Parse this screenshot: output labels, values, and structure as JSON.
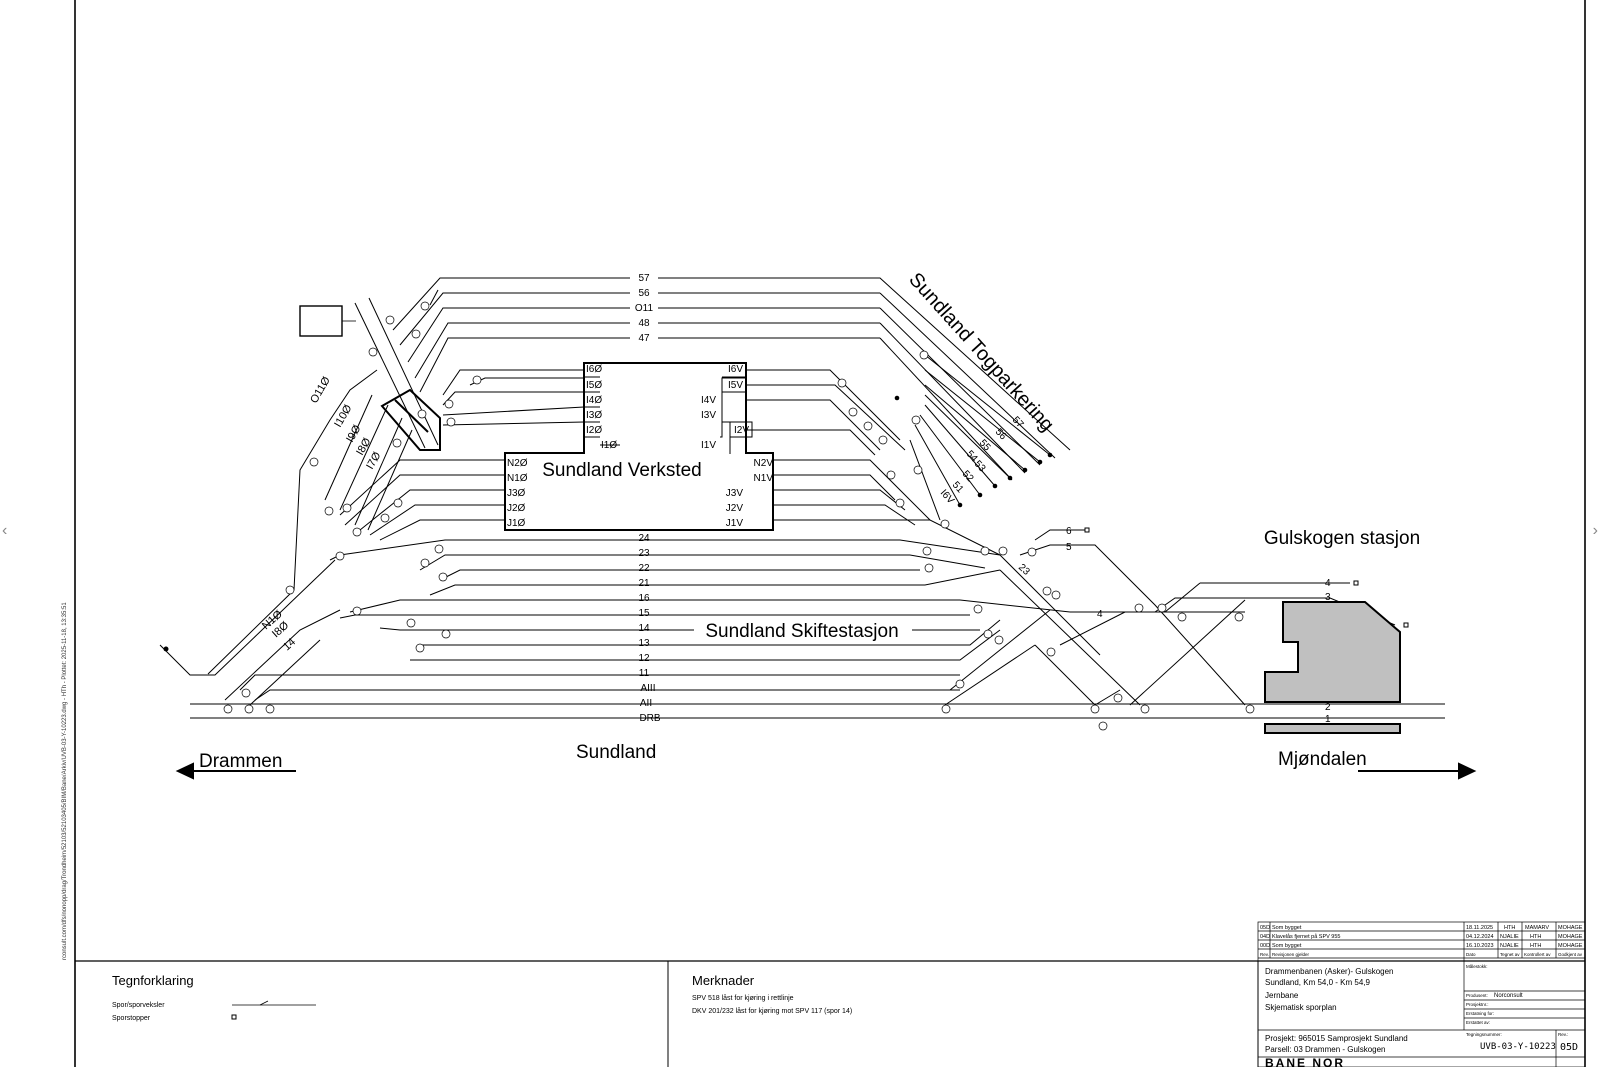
{
  "labels": {
    "verksted": "Sundland Verksted",
    "skiftestasjon": "Sundland Skiftestasjon",
    "togparkering": "Sundland Togparkering",
    "gulskogen": "Gulskogen stasjon",
    "sundland": "Sundland",
    "drammen": "Drammen",
    "mjondalen": "Mjøndalen"
  },
  "tracks": {
    "top": [
      {
        "id": "57",
        "label": "57"
      },
      {
        "id": "56",
        "label": "56"
      },
      {
        "id": "O11",
        "label": "O11"
      },
      {
        "id": "48",
        "label": "48"
      },
      {
        "id": "47",
        "label": "47"
      }
    ],
    "middle": [
      {
        "id": "24",
        "label": "24"
      },
      {
        "id": "23",
        "label": "23"
      },
      {
        "id": "22",
        "label": "22"
      },
      {
        "id": "21",
        "label": "21"
      },
      {
        "id": "16",
        "label": "16"
      },
      {
        "id": "15",
        "label": "15"
      },
      {
        "id": "14",
        "label": "14"
      },
      {
        "id": "13",
        "label": "13"
      },
      {
        "id": "12",
        "label": "12"
      },
      {
        "id": "11",
        "label": "11"
      },
      {
        "id": "AIII",
        "label": "AIII"
      },
      {
        "id": "AII",
        "label": "AII"
      },
      {
        "id": "DRB",
        "label": "DRB"
      }
    ],
    "gulskogen": [
      {
        "id": "6",
        "label": "6"
      },
      {
        "id": "5",
        "label": "5"
      },
      {
        "id": "4",
        "label": "4"
      },
      {
        "id": "4b",
        "label": "4"
      },
      {
        "id": "3",
        "label": "3"
      },
      {
        "id": "2",
        "label": "2"
      },
      {
        "id": "1",
        "label": "1"
      }
    ],
    "parkering": [
      "57",
      "56",
      "55",
      "54",
      "53",
      "52",
      "51",
      "I6V"
    ],
    "west_diagonal": [
      "O11Ø",
      "I10Ø",
      "I9Ø",
      "I8Ø",
      "I7Ø"
    ],
    "south_west": [
      "N1Ø",
      "I8Ø",
      "14"
    ],
    "track23_diag": "23"
  },
  "verksted_ports": {
    "west_upper": [
      "I6Ø",
      "I5Ø",
      "I4Ø",
      "I3Ø",
      "I2Ø"
    ],
    "west_i1": "I1Ø",
    "west_lower": [
      "N2Ø",
      "N1Ø",
      "J3Ø",
      "J2Ø",
      "J1Ø"
    ],
    "east_upper": [
      "I6V",
      "I5V",
      "I4V",
      "I3V",
      "I2V",
      "I1V"
    ],
    "east_lower": [
      "N2V",
      "N1V",
      "J3V",
      "J2V",
      "J1V"
    ]
  },
  "legend": {
    "title": "Tegnforklaring",
    "items": [
      {
        "label": "Spor/sporveksler",
        "icon": "switch-symbol-icon"
      },
      {
        "label": "Sporstopper",
        "icon": "buffer-stop-icon"
      }
    ]
  },
  "remarks": {
    "title": "Merknader",
    "lines": [
      "SPV 518 låst for kjøring i rettlinje",
      "DKV 201/232 låst for kjøring mot SPV 117 (spor 14)"
    ]
  },
  "title_block": {
    "revisions": [
      {
        "rev": "05D",
        "desc": "Som bygget",
        "date": "18.11.2025",
        "by": "HTH",
        "ctrl": "MAMARV",
        "appr": "MOHAGE"
      },
      {
        "rev": "04D",
        "desc": "Klavelås fjernet på SPV 955",
        "date": "04.12.2024",
        "by": "NJALIE",
        "ctrl": "HTH",
        "appr": "MOHAGE"
      },
      {
        "rev": "00D",
        "desc": "Som bygget",
        "date": "16.10.2023",
        "by": "NJALIE",
        "ctrl": "HTH",
        "appr": "MOHAGE"
      }
    ],
    "revision_header": [
      "Rev.",
      "Revisjonen gjelder",
      "Dato",
      "Tegnet av",
      "Kontrollert av",
      "Godkjent av"
    ],
    "description_lines": [
      "Drammenbanen (Asker)- Gulskogen",
      "Sundland, Km 54,0 - Km 54,9",
      "Jernbane",
      "Skjematisk sporplan"
    ],
    "field_labels": [
      "Målestokk:",
      "Produsent:",
      "Prosjektnr.:",
      "Erstatning for:",
      "Erstattet av:"
    ],
    "producer": "Norconsult",
    "project_line_1": "Prosjekt: 965015 Samprosjekt Sundland",
    "project_line_2": "Parsell: 03 Drammen - Gulskogen",
    "drawing_number_label": "Tegningsnummer:",
    "drawing_number": "UVB-03-Y-10223",
    "rev_label": "Rev.:",
    "rev_value": "05D",
    "owner": "BANE NOR"
  },
  "side_text": "rconsult.com/dfs/nonopp/drag/Trondheim/52103/52103405/BIM/Bane/Arkiv/UVB-03-Y-10223.dwg - HTh - Plottet: 2025-11-18, 13:35:51"
}
